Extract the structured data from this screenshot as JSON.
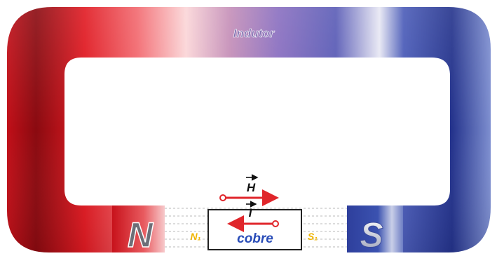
{
  "diagram": {
    "title": "Indutor",
    "pole_north": "N",
    "pole_south": "S",
    "gap_north": "N₁",
    "gap_south": "S₁",
    "material": "cobre",
    "vector_h": "H",
    "vector_i": "I"
  },
  "colors": {
    "north": "#d0121b",
    "south": "#2b3e9e",
    "arrow": "#e0262b",
    "material_text": "#2a4db8",
    "gap_text": "#f0b400",
    "title_text": "#7f6fb0"
  }
}
